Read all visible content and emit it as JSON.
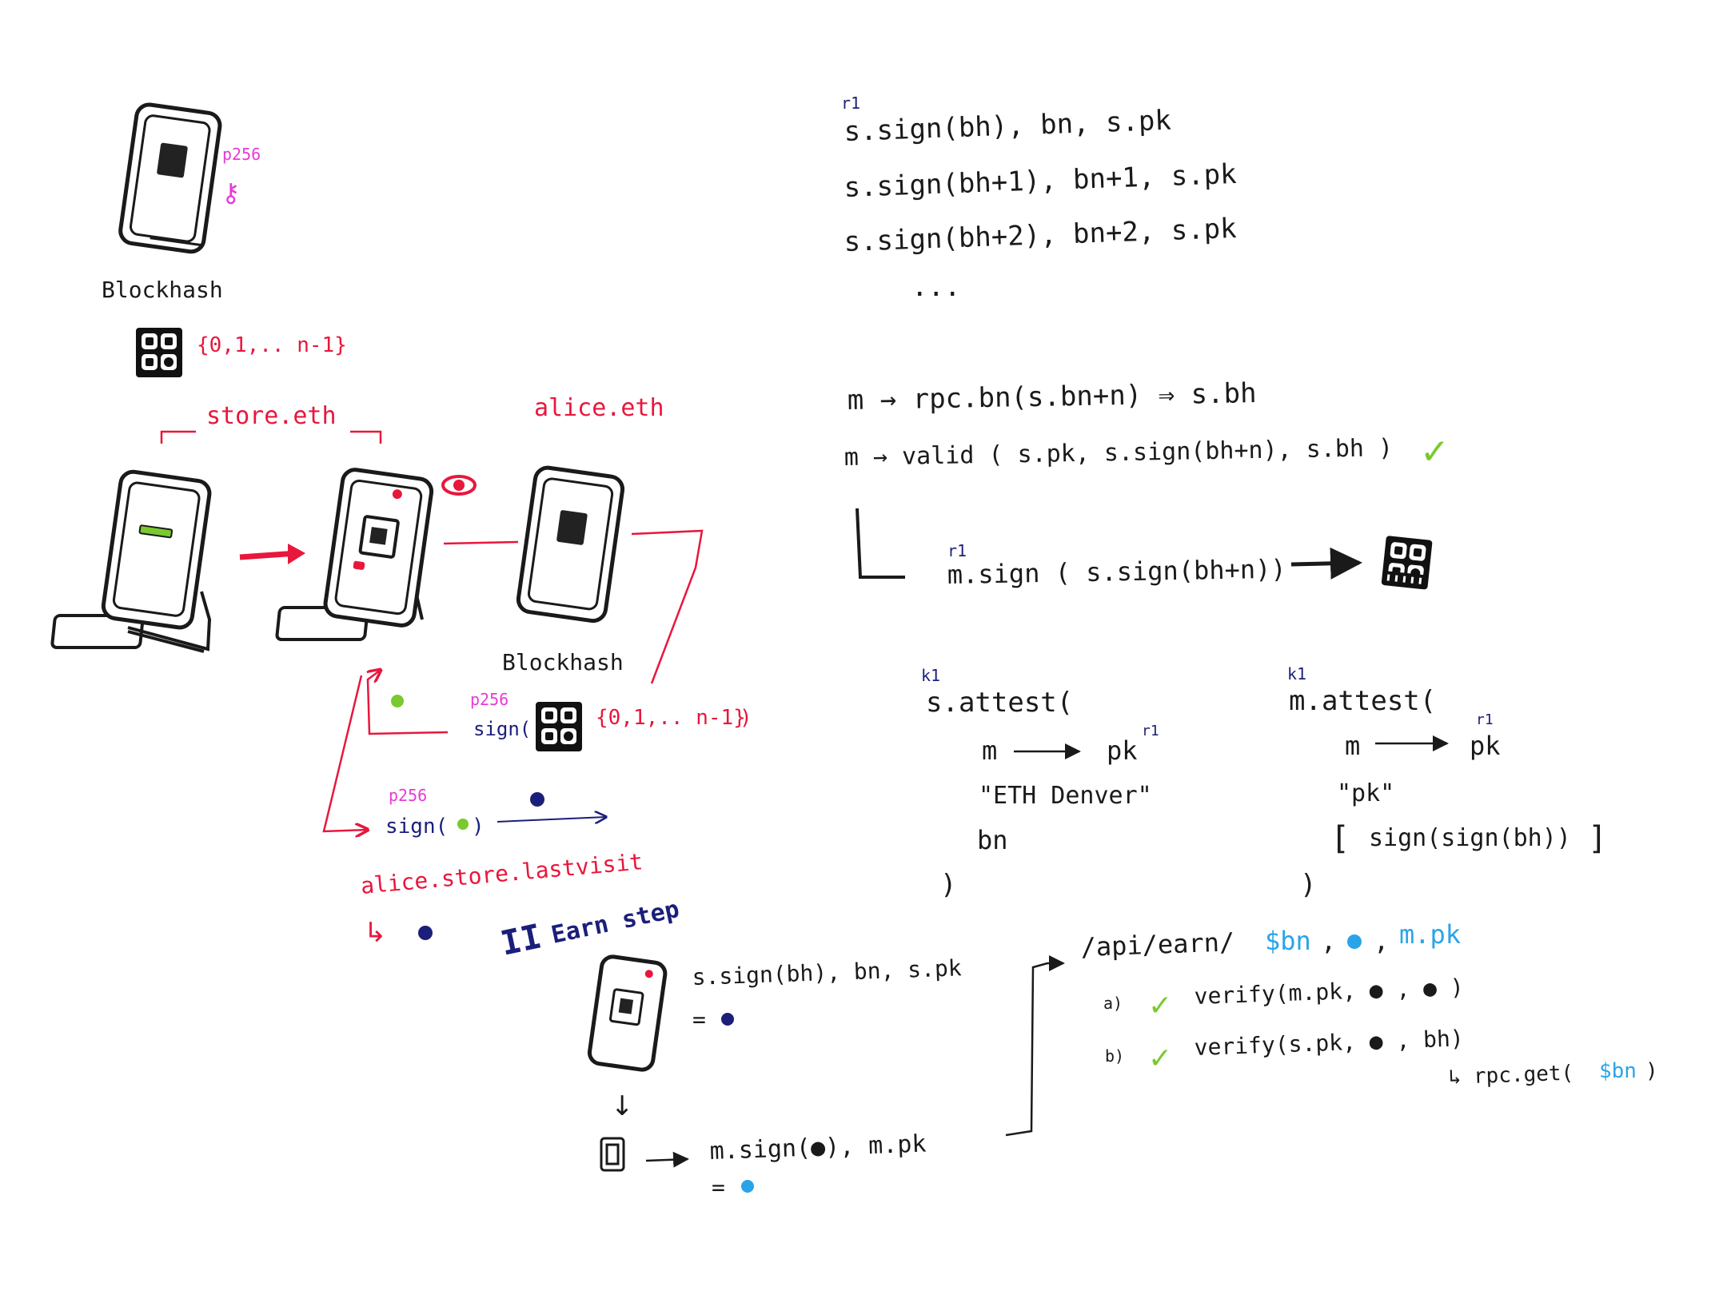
{
  "colors": {
    "ink": "#1a1a1a",
    "red": "#e8173c",
    "magenta": "#e83ad6",
    "navy": "#1b1f7a",
    "green": "#7ac92e",
    "blue": "#2aa4e8",
    "cyan": "#2aa4e8"
  },
  "left": {
    "top_device": {
      "curve_label": "p256",
      "key_glyph": "⚷"
    },
    "blockhash_label": "Blockhash",
    "range_label": "{0,1,.. n-1}",
    "store_label": "store.eth",
    "alice_label": "alice.eth",
    "blockhash_label_2": "Blockhash",
    "sign_curve": "p256",
    "sign_text": "sign(",
    "sign_range": "{0,1,.. n-1}",
    "sign_close": ")",
    "sign2_curve": "p256",
    "sign2_text": "sign(",
    "sign2_close": ")",
    "lastvisit_label": "alice.store.lastvisit",
    "lastvisit_arrow": "↳",
    "step_roman": "II",
    "step_label": "Earn step"
  },
  "right_top": {
    "r1_mark": "r1",
    "line1": "s.sign(bh), bn, s.pk",
    "line2": "s.sign(bh+1), bn+1, s.pk",
    "line3": "s.sign(bh+2), bn+2, s.pk",
    "ellipsis": "...",
    "rpc_line": "m → rpc.bn(s.bn+n) ⇒ s.bh",
    "valid_line": "m → valid ( s.pk, s.sign(bh+n), s.bh )",
    "check": "✓",
    "msign_mark": "r1",
    "msign_line": "m.sign ( s.sign(bh+n))"
  },
  "attest_s": {
    "k1_mark": "k1",
    "open": "s.attest(",
    "m": "m",
    "pk": "pk",
    "pk_mark": "r1",
    "name": "\"ETH Denver\"",
    "bn": "bn",
    "close": ")"
  },
  "attest_m": {
    "k1_mark": "k1",
    "open": "m.attest(",
    "m": "m",
    "pk": "pk",
    "pk_mark": "r1",
    "name": "\"pk\"",
    "bracket_open": "[",
    "sign": "sign(sign(bh))",
    "bracket_close": "]",
    "close": ")"
  },
  "earn": {
    "ssign_line": "s.sign(bh), bn, s.pk",
    "eq1": "=",
    "down_arrow": "↓",
    "msign_line": "m.sign(●), m.pk",
    "eq2": "=",
    "api_prefix": "/api/earn/",
    "api_bn": "$bn",
    "api_sep1": ",",
    "api_sep2": ",",
    "api_mpk": "m.pk",
    "a_label": "a)",
    "a_check": "✓",
    "a_text": "verify(m.pk, ● , ● )",
    "b_label": "b)",
    "b_check": "✓",
    "b_text": "verify(s.pk, ● , bh)",
    "rpc_prefix": "↳ rpc.get(",
    "rpc_var": "$bn",
    "rpc_close": ")"
  }
}
